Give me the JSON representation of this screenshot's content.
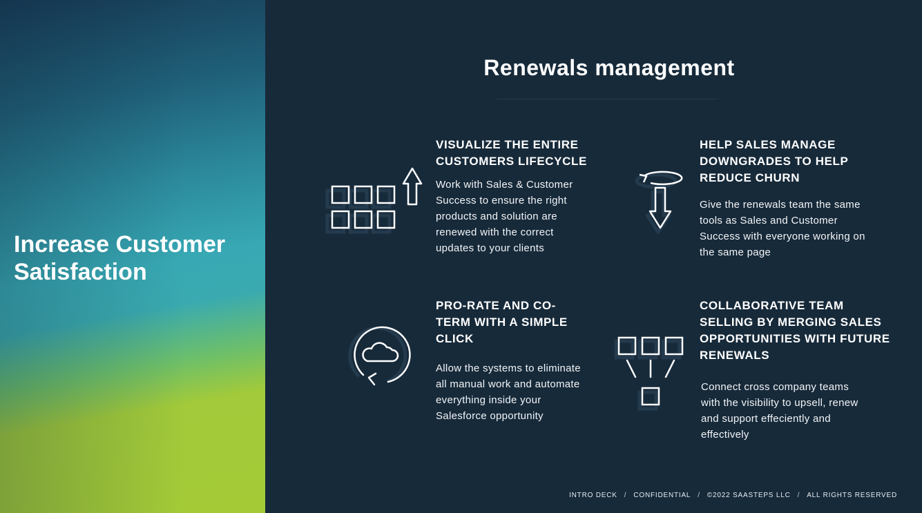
{
  "sidebar": {
    "title": "Increase Customer Satisfaction"
  },
  "main": {
    "title": "Renewals management",
    "features": [
      {
        "heading": "VISUALIZE THE ENTIRE CUSTOMERS LIFECYCLE",
        "body": "Work with Sales & Customer Success to ensure the right products and solution are renewed with the correct updates to your clients",
        "icon": "grid-arrow-up-icon"
      },
      {
        "heading": "HELP SALES MANAGE DOWNGRADES TO HELP REDUCE CHURN",
        "body": "Give the renewals team the same tools as Sales and Customer Success with everyone working on the same page",
        "icon": "cycle-arrow-down-icon"
      },
      {
        "heading": "PRO-RATE AND CO-TERM WITH A SIMPLE CLICK",
        "body": "Allow the systems to eliminate all manual work and automate everything inside your Salesforce opportunity",
        "icon": "cloud-refresh-icon"
      },
      {
        "heading": "COLLABORATIVE TEAM SELLING BY MERGING SALES OPPORTUNITIES WITH FUTURE RENEWALS",
        "body": "Connect cross company teams with the visibility to upsell, renew and support effeciently and effectively",
        "icon": "merge-boxes-icon"
      }
    ]
  },
  "footer": {
    "items": [
      "INTRO DECK",
      "CONFIDENTIAL",
      "©2022 SAASTEPS LLC",
      "ALL RIGHTS RESERVED"
    ],
    "separator": "/"
  },
  "colors": {
    "background": "#172a3a",
    "icon_shadow": "#243a4d",
    "text": "#ffffff"
  }
}
